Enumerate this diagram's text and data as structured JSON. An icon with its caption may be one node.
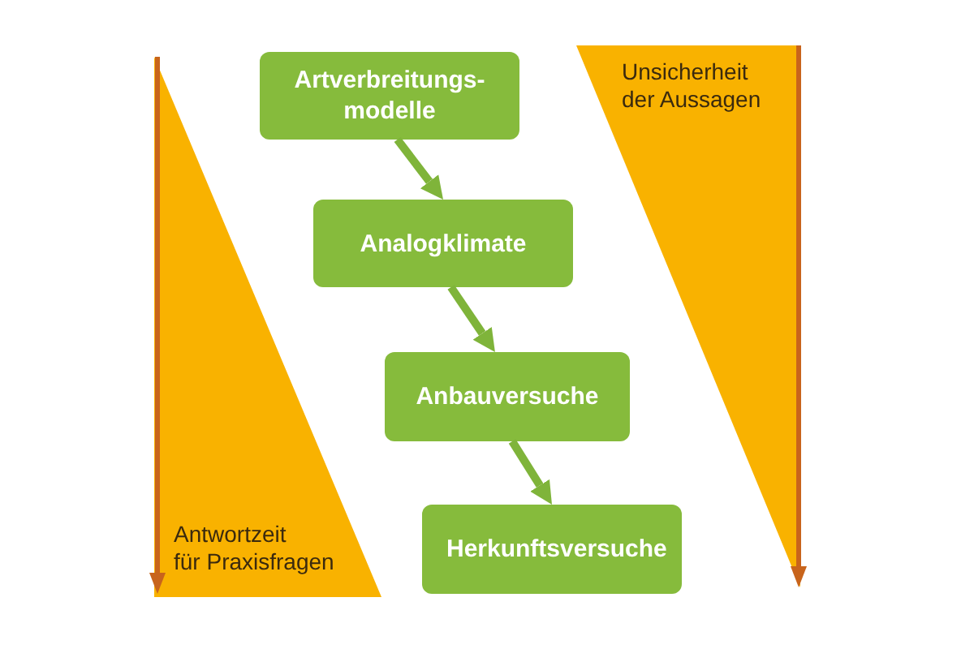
{
  "diagram": {
    "nodes": [
      {
        "text": [
          "Artverbreitungs-modelle"
        ]
      },
      {
        "text": [
          "Analogklimate"
        ]
      },
      {
        "text": [
          "Anbauversuche"
        ]
      },
      {
        "text": [
          "Herkunftsversuche"
        ]
      },
      {
        "text": [
          "Antwortzeit für Praxisfragen"
        ]
      },
      {
        "text": [
          "Unsicherheit der Aussagen"
        ]
      }
    ],
    "edges": [
      {
        "from": 0,
        "to": 1,
        "arrow": "to"
      },
      {
        "from": 1,
        "to": 2,
        "arrow": "to"
      },
      {
        "from": 2,
        "to": 3,
        "arrow": "to"
      }
    ]
  }
}
